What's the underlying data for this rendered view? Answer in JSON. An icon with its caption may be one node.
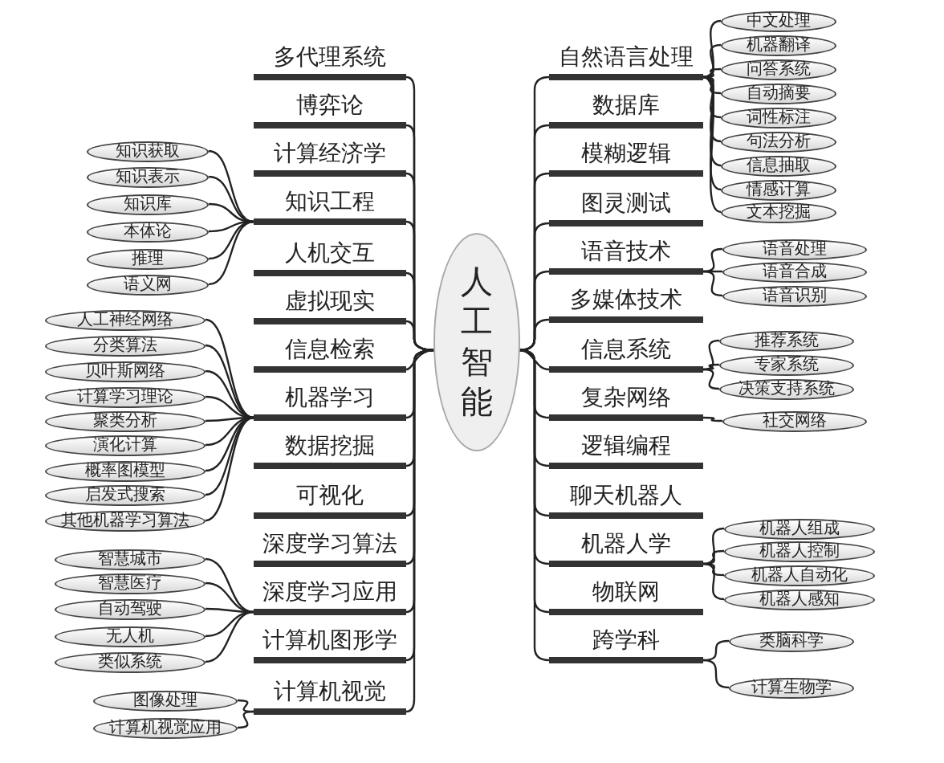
{
  "diagram": {
    "nodes": [
      {
        "text": [
          "人工智能"
        ]
      },
      {
        "text": [
          "多代理系统"
        ]
      },
      {
        "text": [
          "博弈论"
        ]
      },
      {
        "text": [
          "计算经济学"
        ]
      },
      {
        "text": [
          "知识工程"
        ]
      },
      {
        "text": [
          "人机交互"
        ]
      },
      {
        "text": [
          "虚拟现实"
        ]
      },
      {
        "text": [
          "信息检索"
        ]
      },
      {
        "text": [
          "机器学习"
        ]
      },
      {
        "text": [
          "数据挖掘"
        ]
      },
      {
        "text": [
          "可视化"
        ]
      },
      {
        "text": [
          "深度学习算法"
        ]
      },
      {
        "text": [
          "深度学习应用"
        ]
      },
      {
        "text": [
          "计算机图形学"
        ]
      },
      {
        "text": [
          "计算机视觉"
        ]
      },
      {
        "text": [
          "自然语言处理"
        ]
      },
      {
        "text": [
          "数据库"
        ]
      },
      {
        "text": [
          "模糊逻辑"
        ]
      },
      {
        "text": [
          "图灵测试"
        ]
      },
      {
        "text": [
          "语音技术"
        ]
      },
      {
        "text": [
          "多媒体技术"
        ]
      },
      {
        "text": [
          "信息系统"
        ]
      },
      {
        "text": [
          "复杂网络"
        ]
      },
      {
        "text": [
          "逻辑编程"
        ]
      },
      {
        "text": [
          "聊天机器人"
        ]
      },
      {
        "text": [
          "机器人学"
        ]
      },
      {
        "text": [
          "物联网"
        ]
      },
      {
        "text": [
          "跨学科"
        ]
      },
      {
        "text": [
          "知识获取"
        ]
      },
      {
        "text": [
          "知识表示"
        ]
      },
      {
        "text": [
          "知识库"
        ]
      },
      {
        "text": [
          "本体论"
        ]
      },
      {
        "text": [
          "推理"
        ]
      },
      {
        "text": [
          "语义网"
        ]
      },
      {
        "text": [
          "人工神经网络"
        ]
      },
      {
        "text": [
          "分类算法"
        ]
      },
      {
        "text": [
          "贝叶斯网络"
        ]
      },
      {
        "text": [
          "计算学习理论"
        ]
      },
      {
        "text": [
          "聚类分析"
        ]
      },
      {
        "text": [
          "演化计算"
        ]
      },
      {
        "text": [
          "概率图模型"
        ]
      },
      {
        "text": [
          "启发式搜索"
        ]
      },
      {
        "text": [
          "其他机器学习算法"
        ]
      },
      {
        "text": [
          "智慧城市"
        ]
      },
      {
        "text": [
          "智慧医疗"
        ]
      },
      {
        "text": [
          "自动驾驶"
        ]
      },
      {
        "text": [
          "无人机"
        ]
      },
      {
        "text": [
          "类似系统"
        ]
      },
      {
        "text": [
          "图像处理"
        ]
      },
      {
        "text": [
          "计算机视觉应用"
        ]
      },
      {
        "text": [
          "中文处理"
        ]
      },
      {
        "text": [
          "机器翻译"
        ]
      },
      {
        "text": [
          "问答系统"
        ]
      },
      {
        "text": [
          "自动摘要"
        ]
      },
      {
        "text": [
          "词性标注"
        ]
      },
      {
        "text": [
          "句法分析"
        ]
      },
      {
        "text": [
          "信息抽取"
        ]
      },
      {
        "text": [
          "情感计算"
        ]
      },
      {
        "text": [
          "文本挖掘"
        ]
      },
      {
        "text": [
          "语音处理"
        ]
      },
      {
        "text": [
          "语音合成"
        ]
      },
      {
        "text": [
          "语音识别"
        ]
      },
      {
        "text": [
          "推荐系统"
        ]
      },
      {
        "text": [
          "专家系统"
        ]
      },
      {
        "text": [
          "决策支持系统"
        ]
      },
      {
        "text": [
          "社交网络"
        ]
      },
      {
        "text": [
          "机器人组成"
        ]
      },
      {
        "text": [
          "机器人控制"
        ]
      },
      {
        "text": [
          "机器人自动化"
        ]
      },
      {
        "text": [
          "机器人感知"
        ]
      },
      {
        "text": [
          "类脑科学"
        ]
      },
      {
        "text": [
          "计算生物学"
        ]
      }
    ],
    "edges": [
      {
        "from": 0,
        "to": 1,
        "arrow": "none"
      },
      {
        "from": 0,
        "to": 2,
        "arrow": "none"
      },
      {
        "from": 0,
        "to": 3,
        "arrow": "none"
      },
      {
        "from": 0,
        "to": 4,
        "arrow": "none"
      },
      {
        "from": 0,
        "to": 5,
        "arrow": "none"
      },
      {
        "from": 0,
        "to": 6,
        "arrow": "none"
      },
      {
        "from": 0,
        "to": 7,
        "arrow": "none"
      },
      {
        "from": 0,
        "to": 8,
        "arrow": "none"
      },
      {
        "from": 0,
        "to": 9,
        "arrow": "none"
      },
      {
        "from": 0,
        "to": 10,
        "arrow": "none"
      },
      {
        "from": 0,
        "to": 11,
        "arrow": "none"
      },
      {
        "from": 0,
        "to": 12,
        "arrow": "none"
      },
      {
        "from": 0,
        "to": 13,
        "arrow": "none"
      },
      {
        "from": 0,
        "to": 14,
        "arrow": "none"
      },
      {
        "from": 0,
        "to": 15,
        "arrow": "none"
      },
      {
        "from": 0,
        "to": 16,
        "arrow": "none"
      },
      {
        "from": 0,
        "to": 17,
        "arrow": "none"
      },
      {
        "from": 0,
        "to": 18,
        "arrow": "none"
      },
      {
        "from": 0,
        "to": 19,
        "arrow": "none"
      },
      {
        "from": 0,
        "to": 20,
        "arrow": "none"
      },
      {
        "from": 0,
        "to": 21,
        "arrow": "none"
      },
      {
        "from": 0,
        "to": 22,
        "arrow": "none"
      },
      {
        "from": 0,
        "to": 23,
        "arrow": "none"
      },
      {
        "from": 0,
        "to": 24,
        "arrow": "none"
      },
      {
        "from": 0,
        "to": 25,
        "arrow": "none"
      },
      {
        "from": 0,
        "to": 26,
        "arrow": "none"
      },
      {
        "from": 0,
        "to": 27,
        "arrow": "none"
      },
      {
        "from": 4,
        "to": 28,
        "arrow": "none"
      },
      {
        "from": 4,
        "to": 29,
        "arrow": "none"
      },
      {
        "from": 4,
        "to": 30,
        "arrow": "none"
      },
      {
        "from": 4,
        "to": 31,
        "arrow": "none"
      },
      {
        "from": 4,
        "to": 32,
        "arrow": "none"
      },
      {
        "from": 4,
        "to": 33,
        "arrow": "none"
      },
      {
        "from": 8,
        "to": 34,
        "arrow": "none"
      },
      {
        "from": 8,
        "to": 35,
        "arrow": "none"
      },
      {
        "from": 8,
        "to": 36,
        "arrow": "none"
      },
      {
        "from": 8,
        "to": 37,
        "arrow": "none"
      },
      {
        "from": 8,
        "to": 38,
        "arrow": "none"
      },
      {
        "from": 8,
        "to": 39,
        "arrow": "none"
      },
      {
        "from": 8,
        "to": 40,
        "arrow": "none"
      },
      {
        "from": 8,
        "to": 41,
        "arrow": "none"
      },
      {
        "from": 8,
        "to": 42,
        "arrow": "none"
      },
      {
        "from": 12,
        "to": 43,
        "arrow": "none"
      },
      {
        "from": 12,
        "to": 44,
        "arrow": "none"
      },
      {
        "from": 12,
        "to": 45,
        "arrow": "none"
      },
      {
        "from": 12,
        "to": 46,
        "arrow": "none"
      },
      {
        "from": 12,
        "to": 47,
        "arrow": "none"
      },
      {
        "from": 14,
        "to": 48,
        "arrow": "none"
      },
      {
        "from": 14,
        "to": 49,
        "arrow": "none"
      },
      {
        "from": 15,
        "to": 50,
        "arrow": "none"
      },
      {
        "from": 15,
        "to": 51,
        "arrow": "none"
      },
      {
        "from": 15,
        "to": 52,
        "arrow": "none"
      },
      {
        "from": 15,
        "to": 53,
        "arrow": "none"
      },
      {
        "from": 15,
        "to": 54,
        "arrow": "none"
      },
      {
        "from": 15,
        "to": 55,
        "arrow": "none"
      },
      {
        "from": 15,
        "to": 56,
        "arrow": "none"
      },
      {
        "from": 15,
        "to": 57,
        "arrow": "none"
      },
      {
        "from": 15,
        "to": 58,
        "arrow": "none"
      },
      {
        "from": 19,
        "to": 59,
        "arrow": "none"
      },
      {
        "from": 19,
        "to": 60,
        "arrow": "none"
      },
      {
        "from": 19,
        "to": 61,
        "arrow": "none"
      },
      {
        "from": 21,
        "to": 62,
        "arrow": "none"
      },
      {
        "from": 21,
        "to": 63,
        "arrow": "none"
      },
      {
        "from": 21,
        "to": 64,
        "arrow": "none"
      },
      {
        "from": 22,
        "to": 65,
        "arrow": "none"
      },
      {
        "from": 25,
        "to": 66,
        "arrow": "none"
      },
      {
        "from": 25,
        "to": 67,
        "arrow": "none"
      },
      {
        "from": 25,
        "to": 68,
        "arrow": "none"
      },
      {
        "from": 25,
        "to": 69,
        "arrow": "none"
      },
      {
        "from": 27,
        "to": 70,
        "arrow": "none"
      },
      {
        "from": 27,
        "to": 71,
        "arrow": "none"
      }
    ]
  }
}
